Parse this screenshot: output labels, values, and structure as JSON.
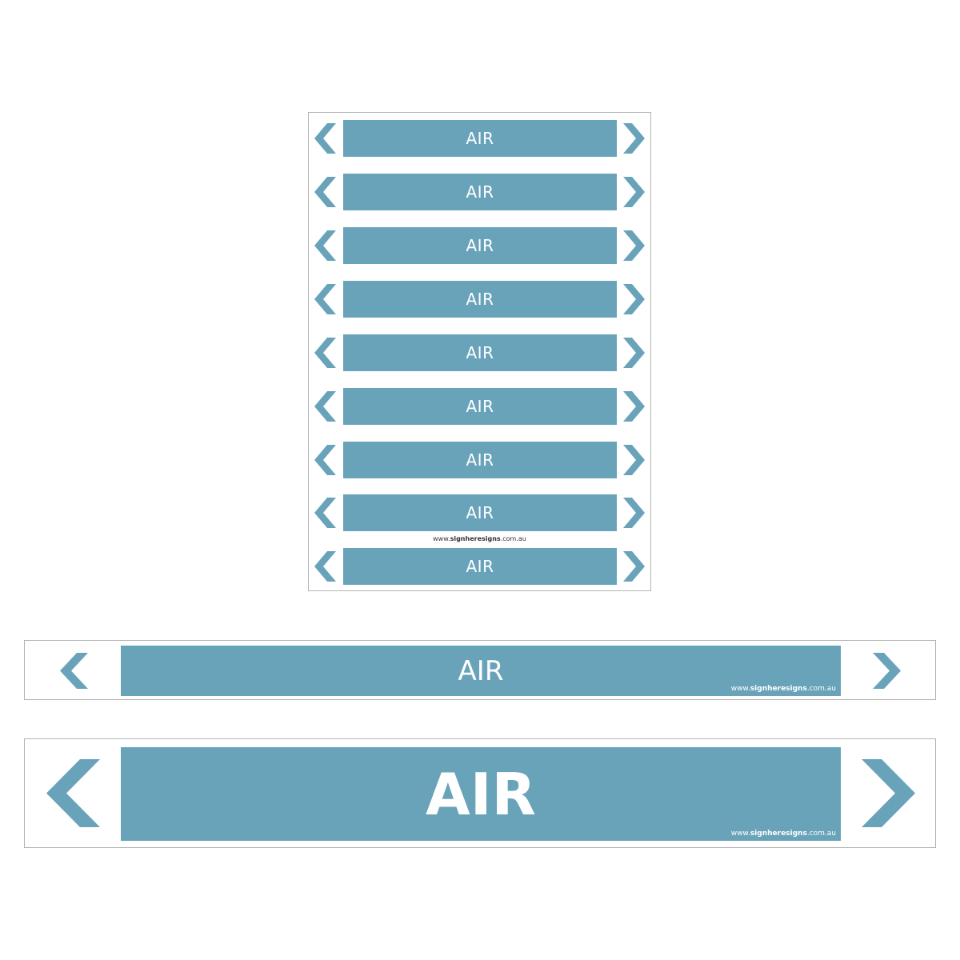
{
  "brand_color": "#69a3ba",
  "sheet": {
    "labels": [
      "AIR",
      "AIR",
      "AIR",
      "AIR",
      "AIR",
      "AIR",
      "AIR",
      "AIR",
      "AIR"
    ],
    "url_prefix": "www.",
    "url_main": "signheresigns",
    "url_suffix": ".com.au"
  },
  "strip_medium": {
    "label": "AIR",
    "url_prefix": "www.",
    "url_main": "signheresigns",
    "url_suffix": ".com.au"
  },
  "strip_large": {
    "label": "AIR",
    "url_prefix": "www.",
    "url_main": "signheresigns",
    "url_suffix": ".com.au"
  },
  "icons": {
    "left": "chevron-left-icon",
    "right": "chevron-right-icon"
  }
}
